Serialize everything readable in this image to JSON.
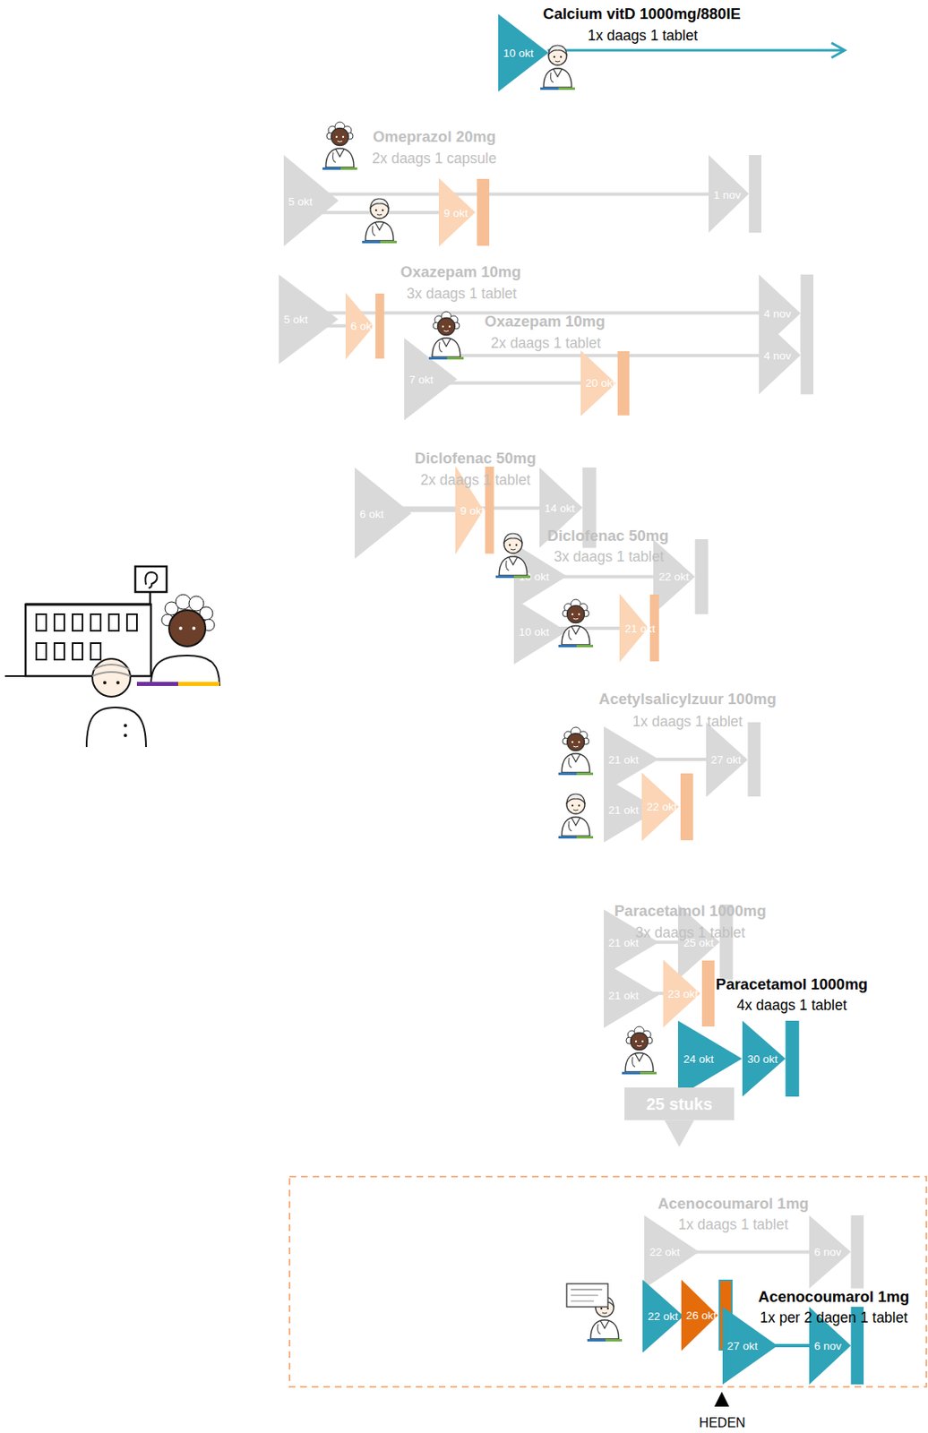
{
  "diagram": {
    "nodes": [
      {
        "text": [
          "10 okt"
        ]
      },
      {
        "text": [
          "5 okt"
        ]
      },
      {
        "text": [
          "9 okt"
        ]
      },
      {
        "text": [
          "1 nov"
        ]
      },
      {
        "text": [
          "5 okt"
        ]
      },
      {
        "text": [
          "6 okt"
        ]
      },
      {
        "text": [
          "4 nov"
        ]
      },
      {
        "text": [
          "7 okt"
        ]
      },
      {
        "text": [
          "4 nov"
        ]
      },
      {
        "text": [
          "20 okt"
        ]
      },
      {
        "text": [
          "6 okt"
        ]
      },
      {
        "text": [
          "9 okt"
        ]
      },
      {
        "text": [
          "14 okt"
        ]
      },
      {
        "text": [
          "10 okt"
        ]
      },
      {
        "text": [
          "22 okt"
        ]
      },
      {
        "text": [
          "10 okt"
        ]
      },
      {
        "text": [
          "21 okt"
        ]
      },
      {
        "text": [
          "21 okt"
        ]
      },
      {
        "text": [
          "27 okt"
        ]
      },
      {
        "text": [
          "21 okt"
        ]
      },
      {
        "text": [
          "22 okt"
        ]
      },
      {
        "text": [
          "21 okt"
        ]
      },
      {
        "text": [
          "25 okt"
        ]
      },
      {
        "text": [
          "21 okt"
        ]
      },
      {
        "text": [
          "23 okt"
        ]
      },
      {
        "text": [
          "24 okt"
        ]
      },
      {
        "text": [
          "30 okt"
        ]
      },
      {
        "text": [
          "25 stuks"
        ]
      },
      {
        "text": [
          "22 okt"
        ]
      },
      {
        "text": [
          "6 nov"
        ]
      },
      {
        "text": [
          "22 okt"
        ]
      },
      {
        "text": [
          "26 okt"
        ]
      },
      {
        "text": [
          "27 okt"
        ]
      },
      {
        "text": [
          "6 nov"
        ]
      }
    ],
    "edges": [
      {
        "from": 1,
        "to": 3,
        "arrow": "none"
      },
      {
        "from": 1,
        "to": 2,
        "arrow": "none"
      },
      {
        "from": 4,
        "to": 6,
        "arrow": "none"
      },
      {
        "from": 4,
        "to": 5,
        "arrow": "none"
      },
      {
        "from": 7,
        "to": 8,
        "arrow": "none"
      },
      {
        "from": 7,
        "to": 9,
        "arrow": "none"
      },
      {
        "from": 10,
        "to": 12,
        "arrow": "none"
      },
      {
        "from": 10,
        "to": 11,
        "arrow": "none"
      },
      {
        "from": 13,
        "to": 14,
        "arrow": "none"
      },
      {
        "from": 15,
        "to": 16,
        "arrow": "none"
      },
      {
        "from": 17,
        "to": 18,
        "arrow": "none"
      },
      {
        "from": 19,
        "to": 20,
        "arrow": "none"
      },
      {
        "from": 21,
        "to": 22,
        "arrow": "none"
      },
      {
        "from": 23,
        "to": 24,
        "arrow": "none"
      },
      {
        "from": 28,
        "to": 29,
        "arrow": "none"
      },
      {
        "from": 32,
        "to": 33,
        "arrow": "none"
      }
    ],
    "labels": [
      "Calcium vitD 1000mg/880IE",
      "1x daags 1 tablet",
      "Omeprazol 20mg",
      "2x daags 1 capsule",
      "Oxazepam 10mg",
      "3x daags 1 tablet",
      "Oxazepam 10mg",
      "2x daags 1 tablet",
      "Diclofenac 50mg",
      "2x daags 1 tablet",
      "Diclofenac 50mg",
      "3x daags 1 tablet",
      "Acetylsalicylzuur 100mg",
      "1x daags 1 tablet",
      "Paracetamol 1000mg",
      "3x daags 1 tablet",
      "Paracetamol 1000mg",
      "4x daags 1 tablet",
      "Acenocoumarol 1mg",
      "1x daags 1 tablet",
      "Acenocoumarol 1mg",
      "1x per 2 dagen 1 tablet",
      "HEDEN"
    ]
  }
}
